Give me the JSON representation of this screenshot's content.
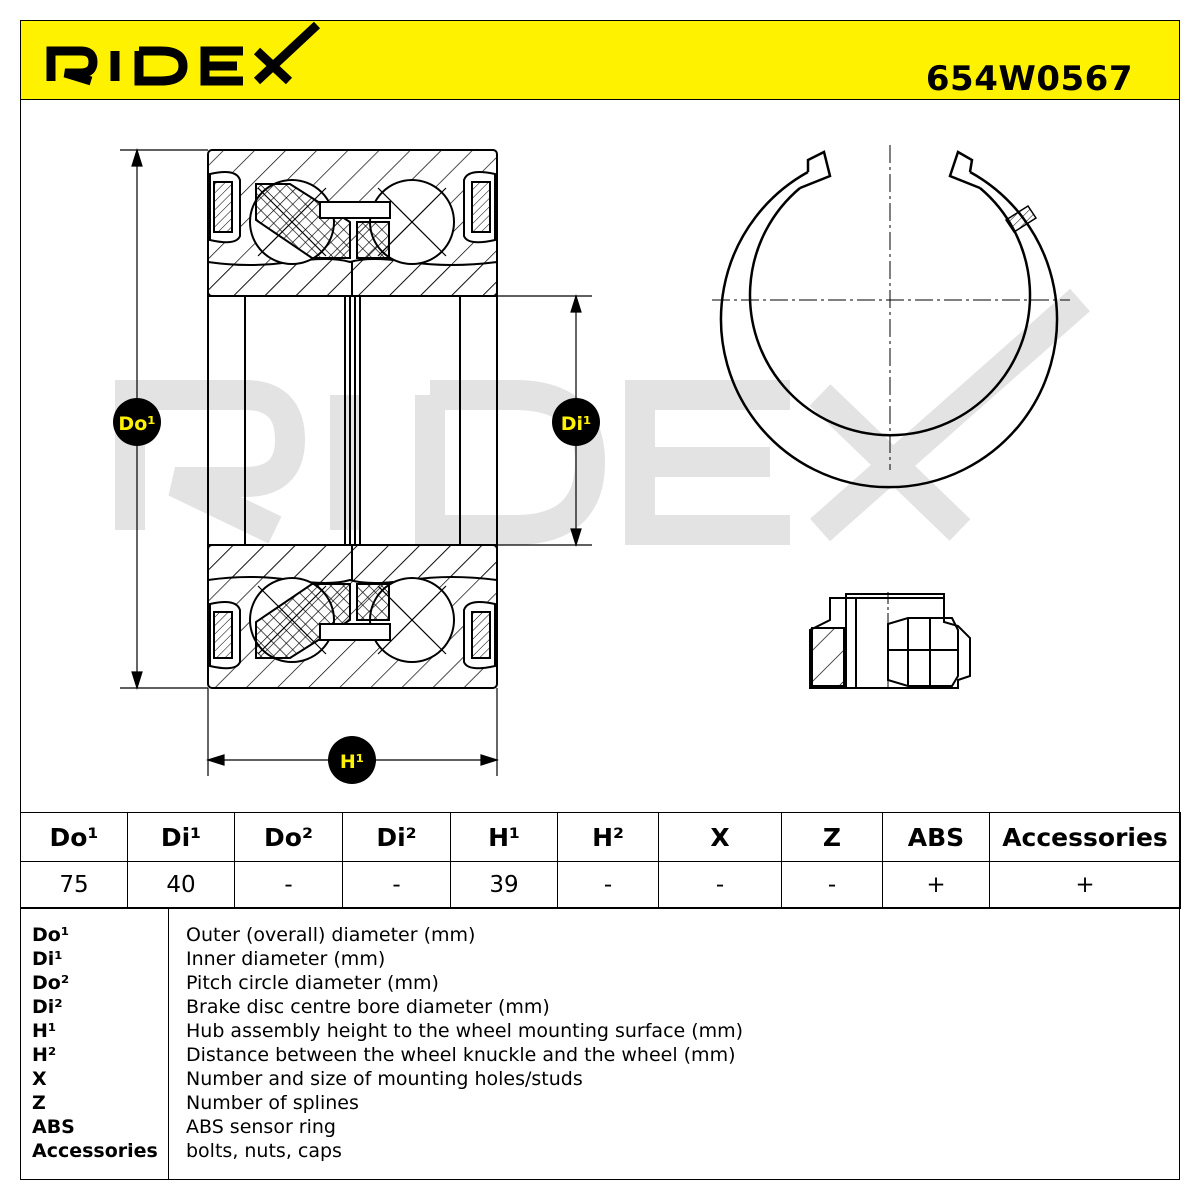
{
  "brand": {
    "logo_text": "RIDEX",
    "watermark_text": "RIDEX",
    "accent_color": "#FFF200"
  },
  "part_number": "654W0567",
  "drawing": {
    "labels": {
      "do1": "Do¹",
      "di1": "Di¹",
      "h1": "H¹"
    }
  },
  "spec_table": {
    "headers": [
      "Do¹",
      "Di¹",
      "Do²",
      "Di²",
      "H¹",
      "H²",
      "X",
      "Z",
      "ABS",
      "Accessories"
    ],
    "values": [
      "75",
      "40",
      "-",
      "-",
      "39",
      "-",
      "-",
      "-",
      "+",
      "+"
    ]
  },
  "legend": [
    {
      "key": "Do¹",
      "desc": "Outer (overall) diameter (mm)"
    },
    {
      "key": "Di¹",
      "desc": "Inner diameter (mm)"
    },
    {
      "key": "Do²",
      "desc": "Pitch circle diameter (mm)"
    },
    {
      "key": "Di²",
      "desc": "Brake disc centre bore diameter (mm)"
    },
    {
      "key": "H¹",
      "desc": "Hub assembly height to the wheel mounting surface (mm)"
    },
    {
      "key": "H²",
      "desc": "Distance between the wheel knuckle and the wheel (mm)"
    },
    {
      "key": "X",
      "desc": "Number and size of mounting holes/studs"
    },
    {
      "key": "Z",
      "desc": "Number of splines"
    },
    {
      "key": "ABS",
      "desc": "ABS sensor ring"
    },
    {
      "key": "Accessories",
      "desc": "bolts, nuts, caps"
    }
  ]
}
